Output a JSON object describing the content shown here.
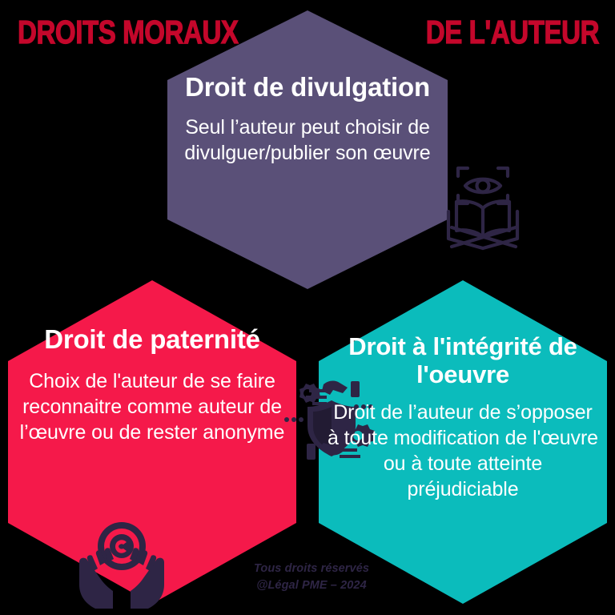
{
  "header": {
    "title_left": "DROITS MORAUX",
    "title_right": "DE L'AUTEUR",
    "title_color": "#C4072B"
  },
  "cards": [
    {
      "id": "droit-de-divulgation",
      "heading": "Droit de divulgation",
      "body": "Seul l’auteur peut choisir de divulguer/publier son œuvre",
      "color": "#5A5078",
      "text_color": "#FFFFFF",
      "icon": "open-book-eye-icon"
    },
    {
      "id": "droit-de-paternite",
      "heading": "Droit de paternité",
      "body": "Choix de l'auteur de se faire reconnaitre comme auteur de l’œuvre ou de rester anonyme",
      "color": "#F5194A",
      "text_color": "#FFFFFF",
      "icon": "hands-copyright-icon"
    },
    {
      "id": "droit-a-l-integrite-de-l-oeuvre",
      "heading": "Droit à l'intégrité de l'oeuvre",
      "body": "Droit de l’auteur de s’opposer à toute modification de l'œuvre ou à toute atteinte préjudiciable",
      "color": "#0BBCBC",
      "text_color": "#FFFFFF",
      "icon": "shield-gear-hands-icon"
    }
  ],
  "footer": {
    "line1": "Tous droits réservés",
    "line2": "@Légal PME – 2024",
    "color": "#2E2545"
  },
  "background_color": "#000000",
  "icon_stroke_color": "#2E2545"
}
